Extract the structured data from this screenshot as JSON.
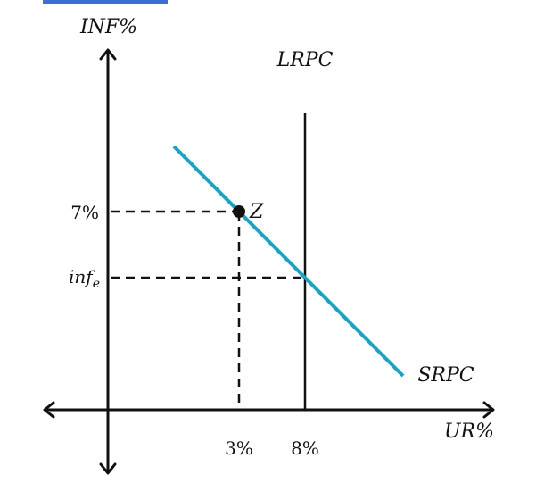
{
  "top_bar_color": "#3a6fd8",
  "diagram": {
    "y_axis_label": "INF%",
    "x_axis_label": "UR%",
    "lrpc_label": "LRPC",
    "srpc_label": "SRPC",
    "point_label": "Z",
    "y_tick_high": "7%",
    "y_tick_expected_base": "inf",
    "y_tick_expected_sub": "e",
    "x_tick_z": "3%",
    "x_tick_natural": "8%"
  },
  "colors": {
    "srpc": "#1ba3bf",
    "axes": "#111111"
  }
}
